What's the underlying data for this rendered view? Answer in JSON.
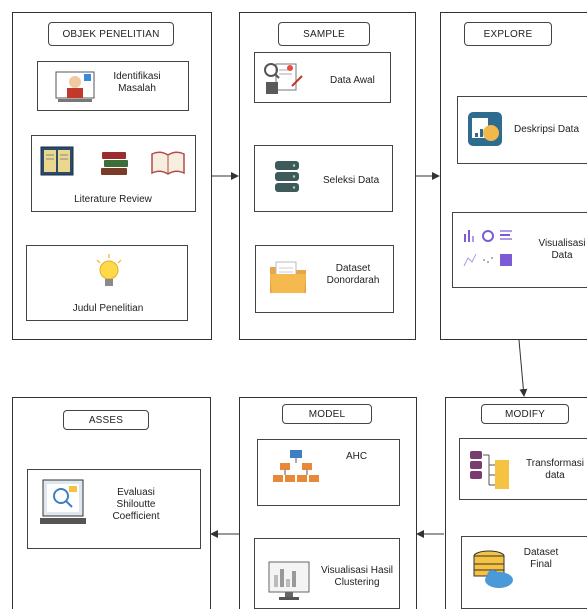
{
  "panels": {
    "objek": {
      "title": "OBJEK PENELITIAN",
      "identifikasi": "Identifikasi\nMasalah",
      "literature": "Literature Review",
      "judul": "Judul Penelitian"
    },
    "sample": {
      "title": "SAMPLE",
      "data_awal": "Data Awal",
      "seleksi": "Seleksi Data",
      "dataset": "Dataset\nDonordarah"
    },
    "explore": {
      "title": "EXPLORE",
      "deskripsi": "Deskripsi Data",
      "visualisasi": "Visualisasi\nData"
    },
    "modify": {
      "title": "MODIFY",
      "transformasi": "Transformasi\ndata",
      "dataset_final": "Dataset\nFinal"
    },
    "model": {
      "title": "MODEL",
      "ahc": "AHC",
      "visualisasi_hasil": "Visualisasi Hasil\nClustering"
    },
    "asses": {
      "title": "ASSES",
      "evaluasi": "Evaluasi\nShiloutte\nCoefficient"
    }
  },
  "colors": {
    "line": "#333333",
    "panel_border": "#333333",
    "accent_yellow": "#f5c242",
    "accent_orange": "#e8893a",
    "accent_blue": "#2f6fa8"
  }
}
